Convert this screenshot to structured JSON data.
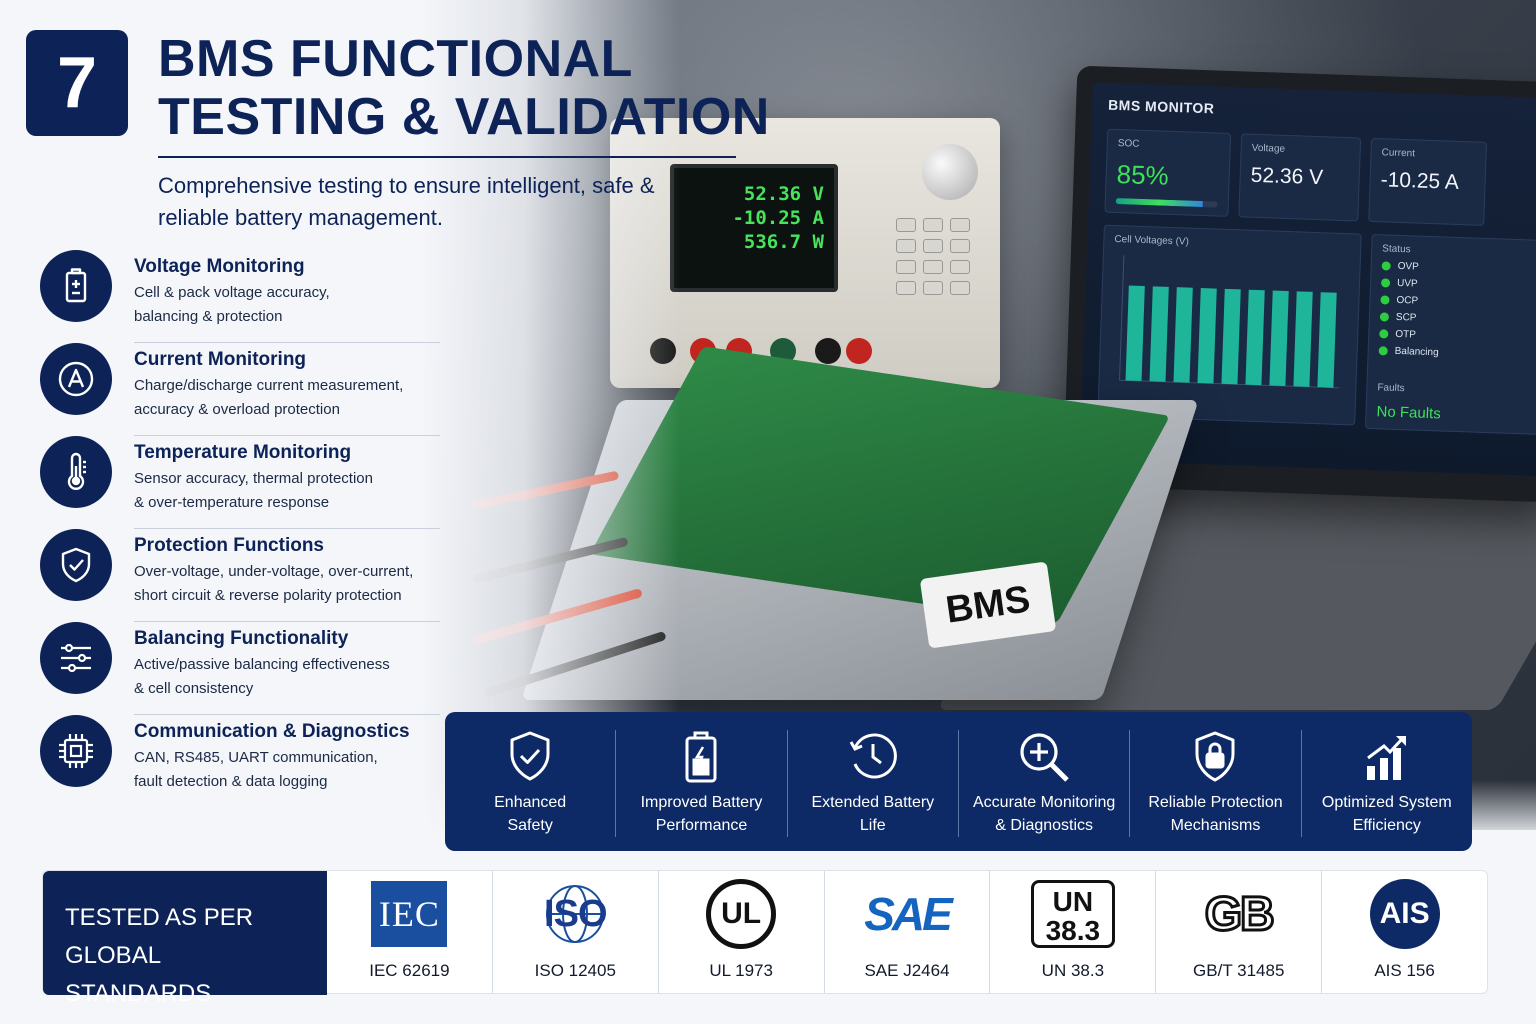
{
  "header": {
    "step_number": "7",
    "title_line1": "BMS FUNCTIONAL",
    "title_line2": "TESTING & VALIDATION",
    "subtitle": "Comprehensive testing to ensure intelligent, safe & reliable battery management."
  },
  "features": [
    {
      "icon": "battery-icon",
      "title": "Voltage Monitoring",
      "desc": "Cell & pack voltage accuracy,\nbalancing & protection"
    },
    {
      "icon": "ammeter-icon",
      "title": "Current Monitoring",
      "desc": "Charge/discharge current measurement,\naccuracy & overload protection"
    },
    {
      "icon": "thermometer-icon",
      "title": "Temperature Monitoring",
      "desc": "Sensor accuracy, thermal protection\n& over-temperature response"
    },
    {
      "icon": "shield-check-icon",
      "title": "Protection Functions",
      "desc": "Over-voltage, under-voltage, over-current,\nshort circuit & reverse polarity protection"
    },
    {
      "icon": "sliders-icon",
      "title": "Balancing Functionality",
      "desc": "Active/passive balancing effectiveness\n& cell consistency"
    },
    {
      "icon": "chip-icon",
      "title": "Communication & Diagnostics",
      "desc": "CAN, RS485, UART communication,\nfault detection & data logging"
    }
  ],
  "power_supply": {
    "voltage": "52.36 V",
    "current": "-10.25 A",
    "power": "536.7 W"
  },
  "bms_label": "BMS",
  "monitor": {
    "title": "BMS MONITOR",
    "soc_label": "SOC",
    "soc_value": "85%",
    "soc_level": 0.85,
    "voltage_label": "Voltage",
    "voltage_value": "52.36 V",
    "current_label": "Current",
    "current_value": "-10.25 A",
    "cell_voltages_label": "Cell Voltages (V)",
    "status_label": "Status",
    "status_items": [
      "OVP",
      "UVP",
      "OCP",
      "SCP",
      "OTP",
      "Balancing"
    ],
    "faults_label": "Faults",
    "faults_value": "No Faults"
  },
  "benefits": [
    {
      "icon": "shield-check-icon",
      "label": "Enhanced\nSafety"
    },
    {
      "icon": "battery-icon",
      "label": "Improved Battery\nPerformance"
    },
    {
      "icon": "clock-icon",
      "label": "Extended Battery\nLife"
    },
    {
      "icon": "magnifier-plus-icon",
      "label": "Accurate Monitoring\n& Diagnostics"
    },
    {
      "icon": "shield-lock-icon",
      "label": "Reliable Protection\nMechanisms"
    },
    {
      "icon": "growth-chart-icon",
      "label": "Optimized System\nEfficiency"
    }
  ],
  "standards": {
    "heading": "TESTED AS PER\nGLOBAL STANDARDS",
    "items": [
      {
        "logo": "IEC",
        "name": "IEC 62619"
      },
      {
        "logo": "ISO",
        "name": "ISO 12405"
      },
      {
        "logo": "UL",
        "name": "UL 1973"
      },
      {
        "logo": "SAE",
        "name": "SAE J2464"
      },
      {
        "logo": "UN 38.3",
        "name": "UN 38.3"
      },
      {
        "logo": "GB",
        "name": "GB/T 31485"
      },
      {
        "logo": "AIS",
        "name": "AIS 156"
      }
    ]
  },
  "colors": {
    "navy": "#0d2357",
    "benefits_bg": "#0d2a66",
    "accent_green": "#3ee05b",
    "iec_blue": "#1a4fa0",
    "sae_blue": "#1565c0",
    "ais_navy": "#0d2a66"
  }
}
